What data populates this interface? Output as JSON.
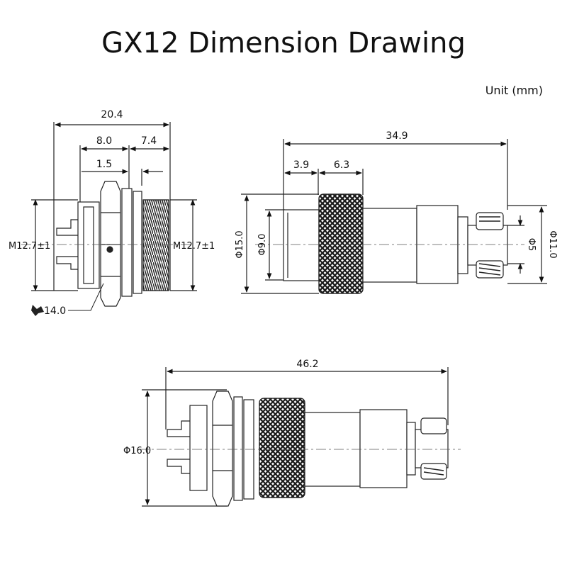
{
  "title": "GX12 Dimension Drawing",
  "unit_label": "Unit (mm)",
  "views": {
    "panel_socket": {
      "overall_length": "20.4",
      "left_segment": "8.0",
      "right_segment": "7.4",
      "flange_thickness": "1.5",
      "thread_left": "M12.7±1",
      "thread_right": "M12.7±1",
      "wrench_size": "14.0"
    },
    "plug": {
      "overall_length": "34.9",
      "nose_length": "3.9",
      "knurl_length": "6.3",
      "outer_diameter": "Φ15.0",
      "inner_diameter": "Φ9.0",
      "cable_diameter": "Φ11.0",
      "clamp_diameter": "Φ5"
    },
    "assembly": {
      "overall_length": "46.2",
      "outer_diameter": "Φ16.0"
    }
  },
  "colors": {
    "line": "#222222",
    "centerline": "#555555",
    "knurl_dark": "#1a1a1a"
  }
}
